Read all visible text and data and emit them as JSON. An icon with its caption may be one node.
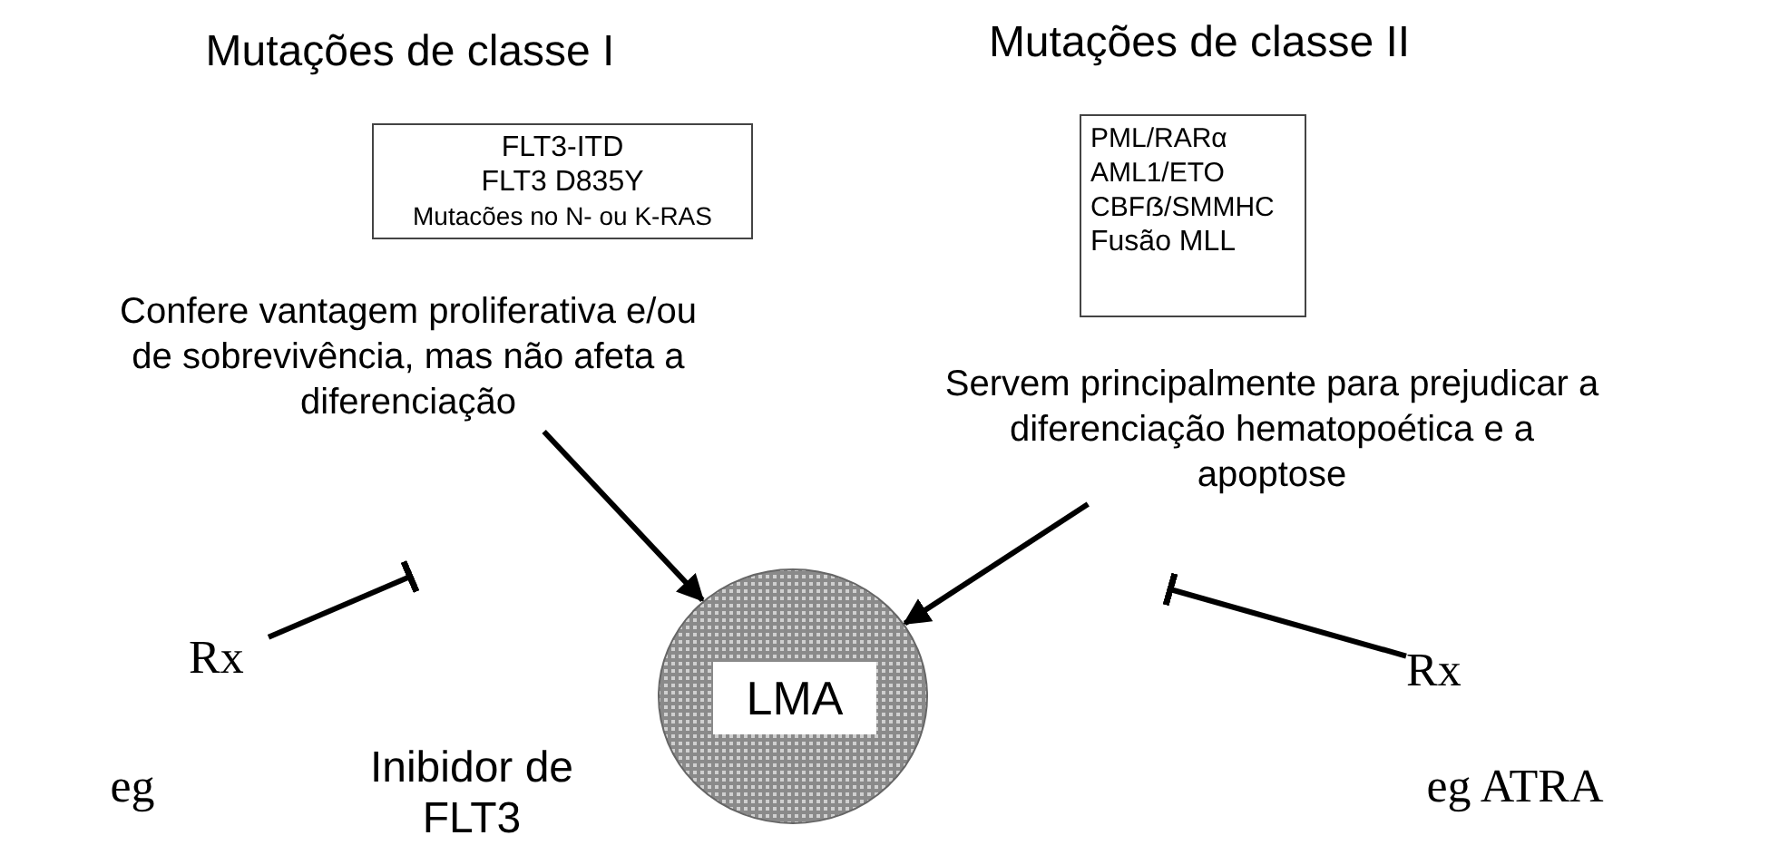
{
  "diagram": {
    "nodes": [
      {
        "text": [
          "Mutações de classe I",
          "FLT3-ITD",
          "FLT3 D835Y",
          "Mutacões no N- ou K-RAS"
        ]
      },
      {
        "text": [
          "Confere vantagem proliferativa e/ou de sobrevivência, mas não afeta a diferenciação"
        ]
      },
      {
        "text": [
          "Mutações de classe II",
          "PML/RARα",
          "AML1/ETO",
          "CBFẞ/SMMHC",
          "Fusão MLL"
        ]
      },
      {
        "text": [
          "Servem principalmente para prejudicar a diferenciação hematopoética e a apoptose"
        ]
      },
      {
        "text": [
          "LMA"
        ]
      },
      {
        "text": [
          "Rx"
        ]
      },
      {
        "text": [
          "Rx"
        ]
      }
    ],
    "edges": [
      {
        "from": 1,
        "to": 4,
        "arrow": "to"
      },
      {
        "from": 3,
        "to": 4,
        "arrow": "to"
      },
      {
        "from": 5,
        "to": null,
        "arrow": "other"
      },
      {
        "from": 6,
        "to": null,
        "arrow": "other"
      }
    ],
    "labels": [
      "eg",
      "Inibidor de FLT3",
      "eg ATRA"
    ]
  }
}
